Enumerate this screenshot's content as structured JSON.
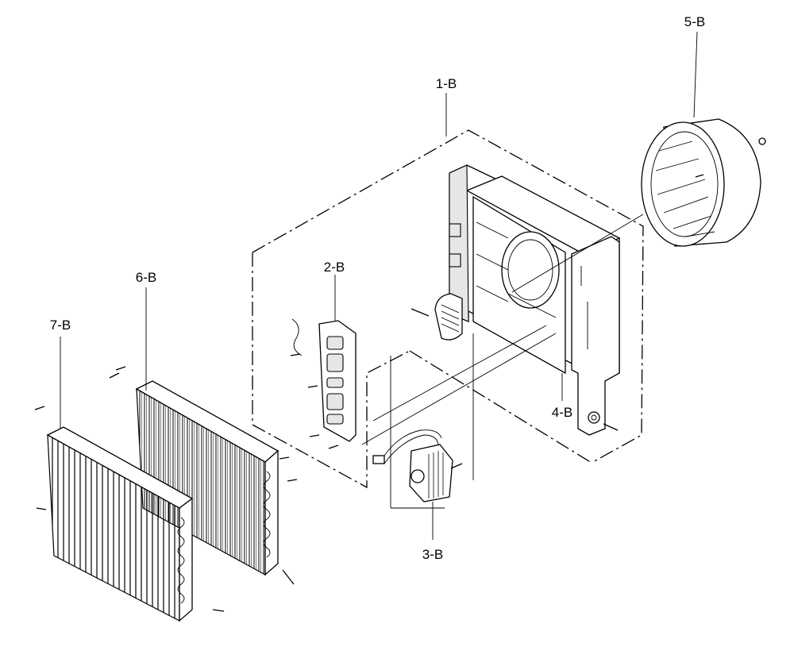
{
  "parts": [
    {
      "id": "1",
      "label": "1-B"
    },
    {
      "id": "2",
      "label": "2-B"
    },
    {
      "id": "3",
      "label": "3-B"
    },
    {
      "id": "4",
      "label": "4-B"
    },
    {
      "id": "5",
      "label": "5-B"
    },
    {
      "id": "6",
      "label": "6-B"
    },
    {
      "id": "7",
      "label": "7-B"
    }
  ]
}
